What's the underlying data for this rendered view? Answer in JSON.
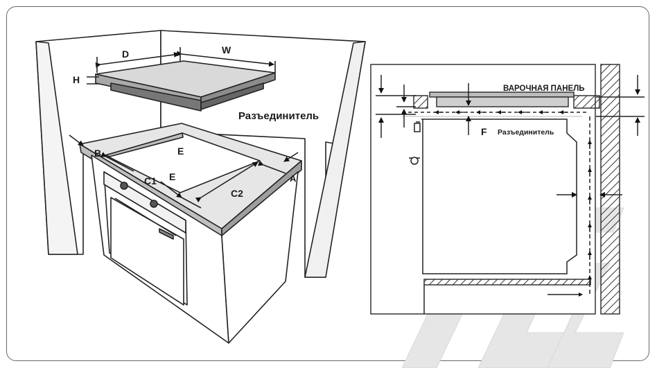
{
  "left_diagram": {
    "label_d": "D",
    "label_w": "W",
    "label_h": "H",
    "label_separator": "Разъединитель",
    "label_b": "B",
    "label_e_top": "E",
    "label_c1": "C1",
    "label_e_mid": "E",
    "label_c2": "C2",
    "label_a": "A"
  },
  "right_diagram": {
    "label_hob": "ВАРОЧНАЯ ПАНЕЛЬ",
    "label_f": "F",
    "label_separator": "Разъединитель"
  },
  "watermark": {
    "text": "TEC",
    "color": "#e6e6e6"
  }
}
